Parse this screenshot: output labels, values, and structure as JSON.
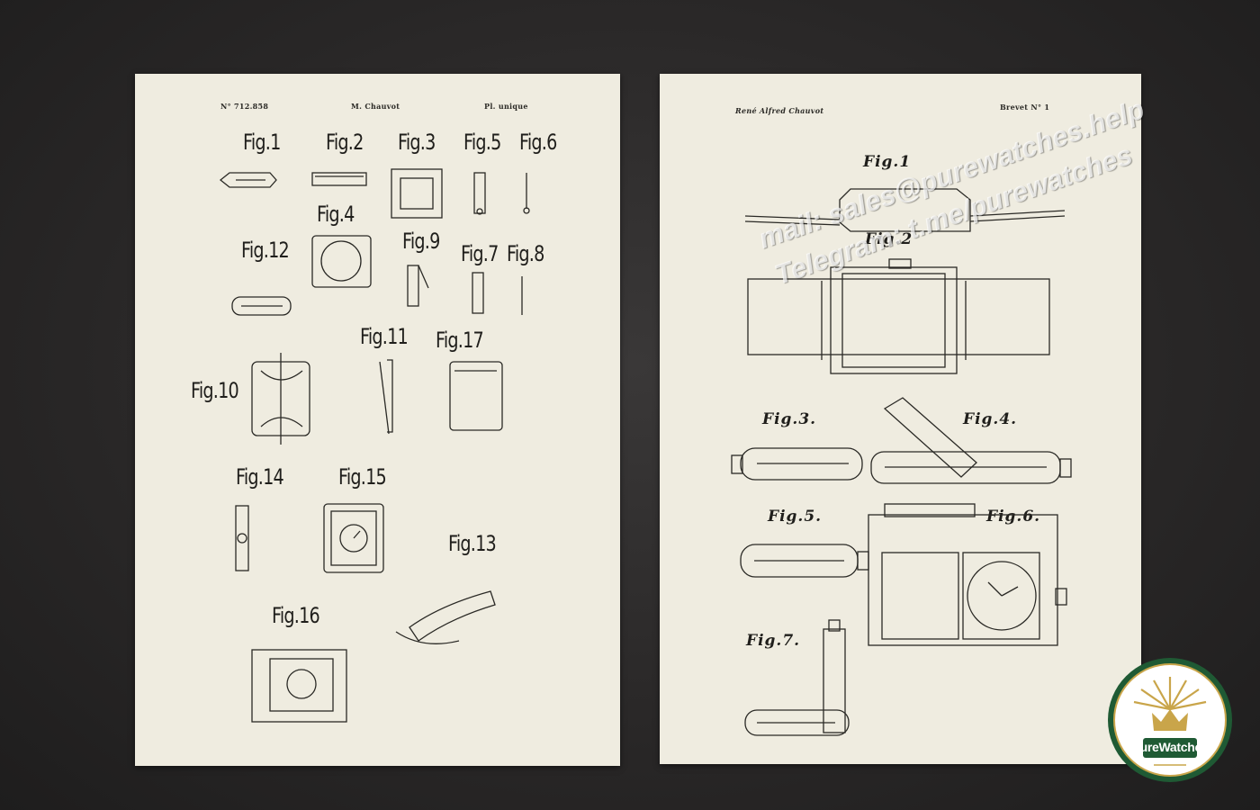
{
  "left_sheet": {
    "patent_number": "N° 712.858",
    "inventor": "M. Chauvot",
    "plate": "Pl. unique",
    "figures": [
      "Fig.1",
      "Fig.2",
      "Fig.3",
      "Fig.5",
      "Fig.6",
      "Fig.4",
      "Fig.12",
      "Fig.9",
      "Fig.7",
      "Fig.8",
      "Fig.11",
      "Fig.17",
      "Fig.10",
      "Fig.14",
      "Fig.15",
      "Fig.13",
      "Fig.16"
    ]
  },
  "right_sheet": {
    "inventor": "René Alfred Chauvot",
    "brevet": "Brevet N° 1",
    "figures": [
      "Fig.1",
      "Fig.2",
      "Fig.3.",
      "Fig.4.",
      "Fig.5.",
      "Fig.6.",
      "Fig.7."
    ]
  },
  "watermark": {
    "mail": "mail: sales@purewatches.help",
    "telegram": "Telegram: t.me/purewatches"
  },
  "logo": {
    "brand": "PureWatches",
    "colors": {
      "ring": "#1f5a34",
      "inner": "#ffffff",
      "crown": "#c9a54a",
      "banner": "#1f5a34"
    }
  }
}
